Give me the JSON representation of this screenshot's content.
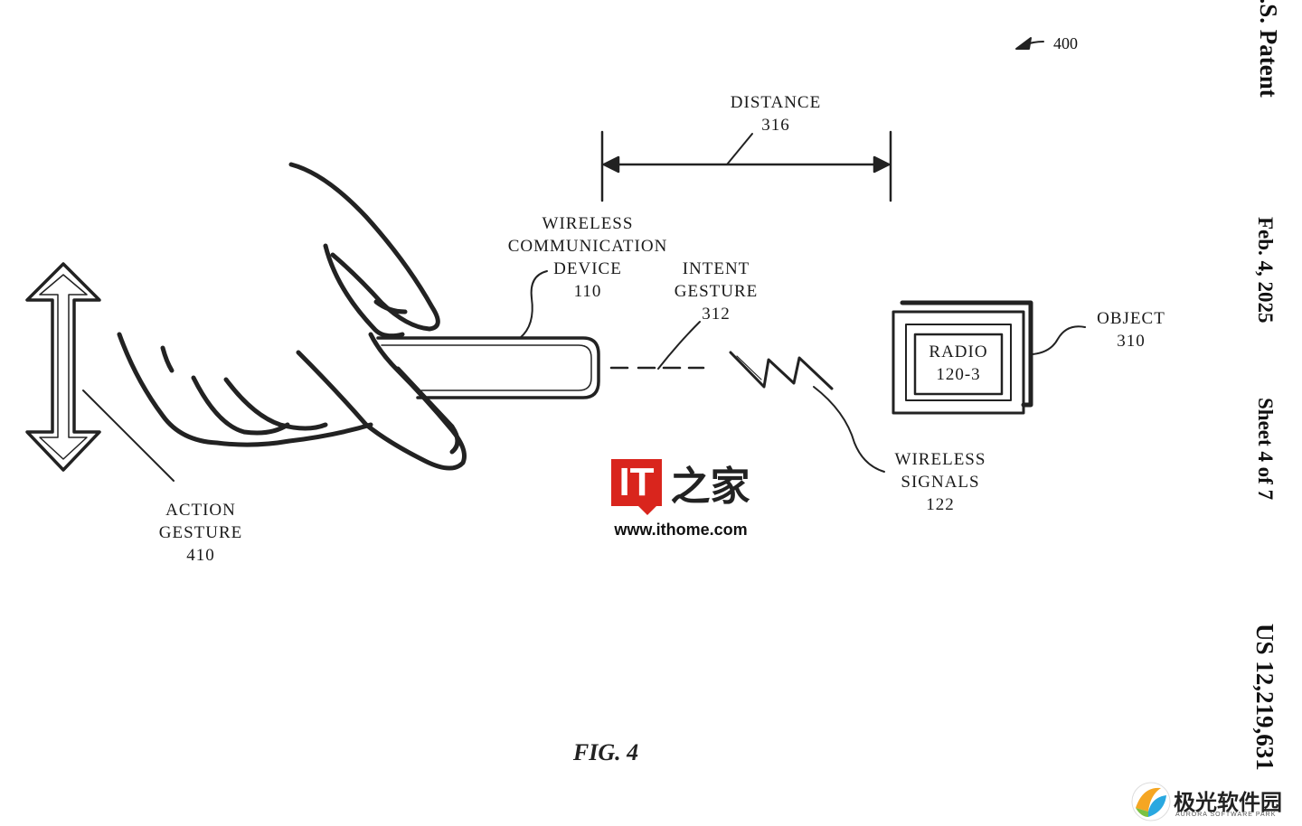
{
  "figure": {
    "caption": "FIG. 4",
    "ref_number": "400"
  },
  "header_side": {
    "patent_title": "U.S. Patent",
    "date": "Feb. 4, 2025",
    "sheet": "Sheet 4 of 7",
    "patent_number": "US 12,219,631"
  },
  "labels": {
    "distance": [
      "DISTANCE",
      "316"
    ],
    "wireless_device": [
      "WIRELESS",
      "COMMUNICATION",
      "DEVICE",
      "110"
    ],
    "intent_gesture": [
      "INTENT",
      "GESTURE",
      "312"
    ],
    "object": [
      "OBJECT",
      "310"
    ],
    "radio": [
      "RADIO",
      "120-3"
    ],
    "wireless_signals": [
      "WIRELESS",
      "SIGNALS",
      "122"
    ],
    "action_gesture": [
      "ACTION",
      "GESTURE",
      "410"
    ]
  },
  "watermarks": {
    "ithome_logo": "IT",
    "ithome_cn": "之家",
    "ithome_url": "www.ithome.com",
    "aurora_cn": "极光软件园",
    "aurora_en": "AURORA SOFTWARE PARK"
  }
}
